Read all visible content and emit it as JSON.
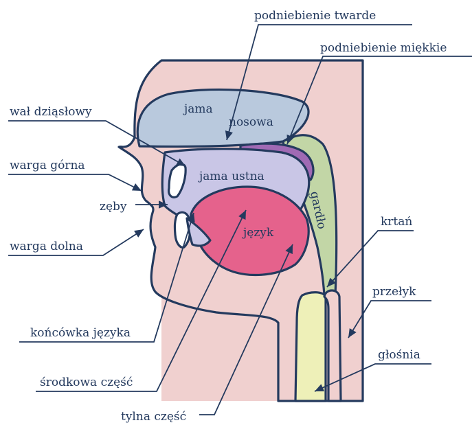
{
  "colors": {
    "outline": "#243a5e",
    "skin": "#f0d0cf",
    "nasal_cavity": "#b9c9dd",
    "oral_cavity": "#c9c6e6",
    "tongue": "#e5628c",
    "pharynx": "#c2d6a6",
    "soft_palate": "#a06ab4",
    "esophagus_glottis": "#eef0b8",
    "teeth": "#ffffff"
  },
  "labels": {
    "hard_palate": "podniebienie twarde",
    "soft_palate": "podniebienie miękkie",
    "alveolar_ridge": "wał dziąsłowy",
    "upper_lip": "warga górna",
    "teeth": "zęby",
    "lower_lip": "warga dolna",
    "tongue_tip": "końcówka języka",
    "tongue_middle": "środkowa część",
    "tongue_back": "tylna część",
    "larynx": "krtań",
    "esophagus": "przełyk",
    "glottis": "głośnia"
  },
  "inner_labels": {
    "nasal_1": "jama",
    "nasal_2": "nosowa",
    "oral": "jama ustna",
    "tongue": "język",
    "pharynx": "gardło"
  }
}
